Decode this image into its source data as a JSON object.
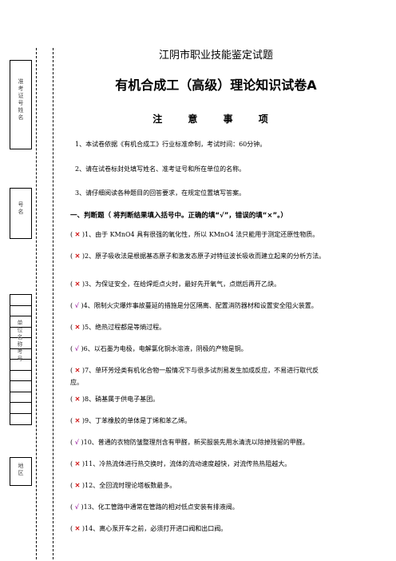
{
  "sidebar": {
    "box1_label": "准考证号姓名",
    "box2_label": "号名",
    "grid_label": "单位名称考号",
    "box3_label": "地区"
  },
  "header": {
    "org": "江阴市职业技能鉴定试题",
    "exam_title": "有机合成工（高级）理论知识试卷A",
    "notice_heading": "注 意 事 项"
  },
  "notes": [
    "1、本试卷依据《有机合成工》行业标准命制，考试时间：60分钟。",
    "2、请在试卷标封处填写姓名、准考证号和所在单位的名称。",
    "3、请仔细阅读各种题目的回答要求，在规定位置填写答案。"
  ],
  "section": {
    "heading": "一、判断题（ 将判断结果填入括号中。正确的填“√”，错误的填“×”。）"
  },
  "questions": [
    {
      "ans": "✕",
      "text": ")1、由于 KMnO4 具有很强的氧化性，所以 KMnO4 法只能用于测定还原性物质。"
    },
    {
      "ans": "✕",
      "text": ")2、原子吸收法是根据基态原子和激发态原子对特征波长吸收而建立起来的分析方法。"
    },
    {
      "ans": "✕",
      "text": ")3、为保证安全，在给焊炬点火时，最好先开氧气，点燃后再开乙炔。"
    },
    {
      "ans": "√",
      "text": ")4、限制火灾爆炸事故蔓延的措施是分区隔离、配置消防器材和设置安全阻火装置。"
    },
    {
      "ans": "✕",
      "text": ")5、绝热过程都是等熵过程。"
    },
    {
      "ans": "√",
      "text": ")6、以石墨为电极，电解氯化铜水溶液，阴极的产物是铜。"
    },
    {
      "ans": "✕",
      "text": ")7、单环芳烃类有机化合物一般情况下与很多试剂易发生加成反应，不易进行取代反应。"
    },
    {
      "ans": "✕",
      "text": ")8、硝基属于供电子基团。"
    },
    {
      "ans": "✕",
      "text": ")9、丁苯橡胶的单体是丁烯和苯乙烯。"
    },
    {
      "ans": "√",
      "text": ")10、普通的衣物防皱整理剂含有甲醛，新买服装先用水清洗以除掉残留的甲醛。"
    },
    {
      "ans": "✕",
      "text": ")11、冷热流体进行热交换时，流体的流动速度越快，对流传热热阻越大。"
    },
    {
      "ans": "✕",
      "text": ")12、全回流时理论塔板数最多。"
    },
    {
      "ans": "√",
      "text": ")13、化工管路中通常在管路的相对低点安装有排液阀。"
    },
    {
      "ans": "✕",
      "text": ")14、离心泵开车之前，必须打开进口阀和出口阀。"
    }
  ]
}
